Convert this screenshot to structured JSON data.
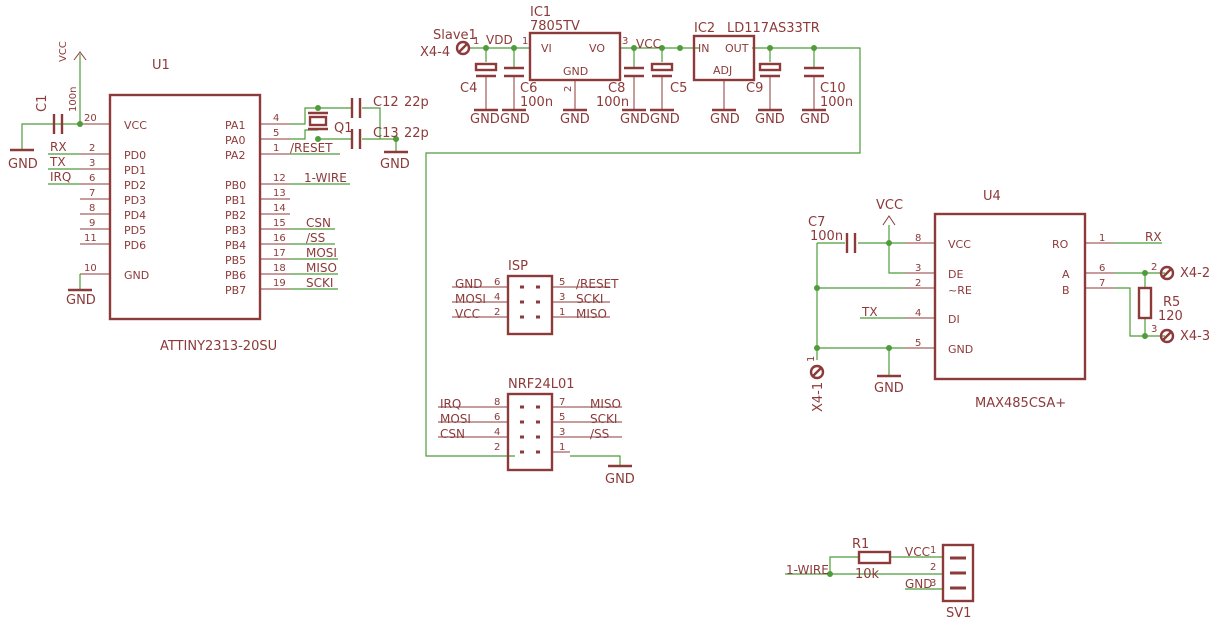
{
  "colors": {
    "component": "#8c3a3a",
    "wire": "#4e9c3a",
    "background": "#ffffff"
  },
  "u1": {
    "name": "U1",
    "value": "ATTINY2313-20SU",
    "left_pins": [
      {
        "num": "20",
        "label": "VCC"
      },
      {
        "num": "2",
        "label": "PD0"
      },
      {
        "num": "3",
        "label": "PD1"
      },
      {
        "num": "6",
        "label": "PD2"
      },
      {
        "num": "7",
        "label": "PD3"
      },
      {
        "num": "8",
        "label": "PD4"
      },
      {
        "num": "9",
        "label": "PD5"
      },
      {
        "num": "11",
        "label": "PD6"
      },
      {
        "num": "10",
        "label": "GND"
      }
    ],
    "right_pins": [
      {
        "num": "4",
        "label": "PA1"
      },
      {
        "num": "5",
        "label": "PA0"
      },
      {
        "num": "1",
        "label": "PA2"
      },
      {
        "num": "12",
        "label": "PB0"
      },
      {
        "num": "13",
        "label": "PB1"
      },
      {
        "num": "14",
        "label": "PB2"
      },
      {
        "num": "15",
        "label": "PB3"
      },
      {
        "num": "16",
        "label": "PB4"
      },
      {
        "num": "17",
        "label": "PB5"
      },
      {
        "num": "18",
        "label": "PB6"
      },
      {
        "num": "19",
        "label": "PB7"
      }
    ],
    "left_nets": [
      "RX",
      "TX",
      "IRQ"
    ],
    "right_nets": [
      "/RESET",
      "1-WIRE",
      "CSN",
      "/SS",
      "MOSI",
      "MISO",
      "SCKI"
    ]
  },
  "power": {
    "vcc": "VCC",
    "gnd": "GND",
    "vdd": "VDD"
  },
  "c1": {
    "name": "C1",
    "value": "100n"
  },
  "c12": {
    "name": "C12",
    "value": "22p"
  },
  "c13": {
    "name": "C13",
    "value": "22p"
  },
  "q1": {
    "name": "Q1"
  },
  "ic1": {
    "name": "IC1",
    "value": "7805TV",
    "pins": {
      "in": "VI",
      "out": "VO",
      "gnd": "GND"
    },
    "pin_nums": [
      "1",
      "3",
      "2"
    ]
  },
  "ic2": {
    "name": "IC2",
    "value": "LD117AS33TR",
    "pins": {
      "in": "IN",
      "out": "OUT",
      "adj": "ADJ"
    }
  },
  "slave1": {
    "name": "Slave1",
    "pin": "1",
    "connector": "X4-4"
  },
  "caps_top": [
    {
      "name": "C4",
      "value": ""
    },
    {
      "name": "C6",
      "value": "100n"
    },
    {
      "name": "C8",
      "value": "100n"
    },
    {
      "name": "C5",
      "value": ""
    },
    {
      "name": "C9",
      "value": ""
    },
    {
      "name": "C10",
      "value": "100n"
    }
  ],
  "isp": {
    "name": "ISP",
    "rows": [
      {
        "l_net": "GND",
        "l_num": "6",
        "r_num": "5",
        "r_net": "/RESET"
      },
      {
        "l_net": "MOSI",
        "l_num": "4",
        "r_num": "3",
        "r_net": "SCKI"
      },
      {
        "l_net": "VCC",
        "l_num": "2",
        "r_num": "1",
        "r_net": "MISO"
      }
    ]
  },
  "nrf": {
    "name": "NRF24L01",
    "rows": [
      {
        "l_net": "IRQ",
        "l_num": "8",
        "r_num": "7",
        "r_net": "MISO"
      },
      {
        "l_net": "MOSI",
        "l_num": "6",
        "r_num": "5",
        "r_net": "SCKI"
      },
      {
        "l_net": "CSN",
        "l_num": "4",
        "r_num": "3",
        "r_net": "/SS"
      },
      {
        "l_net": "",
        "l_num": "2",
        "r_num": "1",
        "r_net": ""
      }
    ]
  },
  "u4": {
    "name": "U4",
    "value": "MAX485CSA+",
    "left_pins": [
      {
        "num": "8",
        "label": "VCC"
      },
      {
        "num": "3",
        "label": "DE"
      },
      {
        "num": "2",
        "label": "~RE"
      },
      {
        "num": "4",
        "label": "DI"
      },
      {
        "num": "5",
        "label": "GND"
      }
    ],
    "right_pins": [
      {
        "num": "1",
        "label": "RO"
      },
      {
        "num": "6",
        "label": "A"
      },
      {
        "num": "7",
        "label": "B"
      }
    ],
    "nets": {
      "ro": "RX",
      "di": "TX"
    }
  },
  "c7": {
    "name": "C7",
    "value": "100n"
  },
  "r5": {
    "name": "R5",
    "value": "120"
  },
  "x4": [
    {
      "pin": "2",
      "label": "X4-2"
    },
    {
      "pin": "3",
      "label": "X4-3"
    },
    {
      "pin": "1",
      "label": "X4-1"
    }
  ],
  "r1": {
    "name": "R1",
    "value": "10k"
  },
  "sv1": {
    "name": "SV1",
    "pins": [
      "1",
      "2",
      "3"
    ],
    "nets": {
      "wire": "1-WIRE",
      "vcc": "VCC",
      "gnd": "GND"
    }
  }
}
